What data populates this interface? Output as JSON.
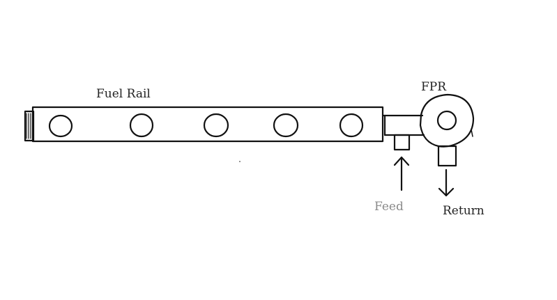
{
  "labels": {
    "fuel_rail": "Fuel Rail",
    "fpr": "FPR",
    "feed": "Feed",
    "return": "Return"
  },
  "colors": {
    "line": "#111111",
    "feed_text": "#8a8a8a",
    "text": "#222222",
    "background": "#ffffff"
  },
  "rail": {
    "injector_port_count": 5
  },
  "flow": {
    "feed_direction": "up",
    "return_direction": "down"
  }
}
